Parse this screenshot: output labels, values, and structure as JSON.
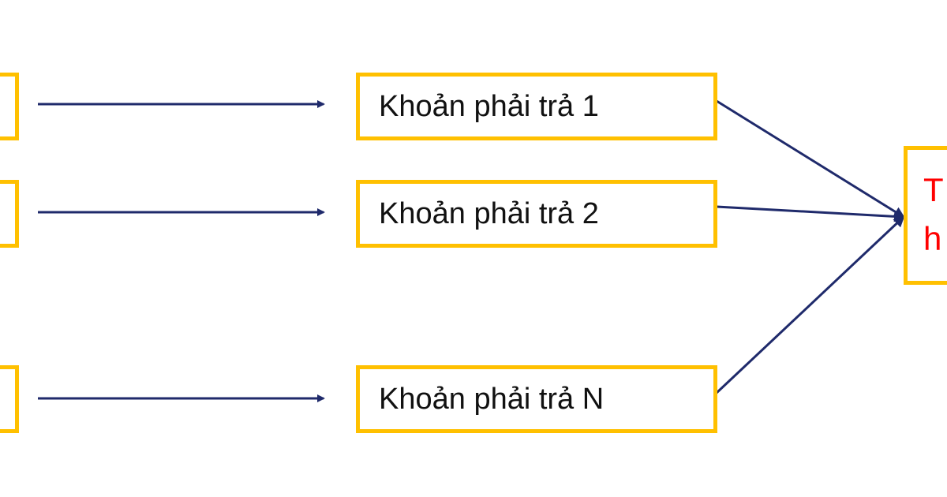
{
  "colors": {
    "box_border": "#FFC000",
    "arrow": "#1F2A6B",
    "target_text": "#FF0000"
  },
  "payables": [
    {
      "label": "Khoản phải trả 1"
    },
    {
      "label": "Khoản phải trả 2"
    },
    {
      "label": "Khoản phải trả N"
    }
  ],
  "target": {
    "line1": "T",
    "line2": "h"
  }
}
